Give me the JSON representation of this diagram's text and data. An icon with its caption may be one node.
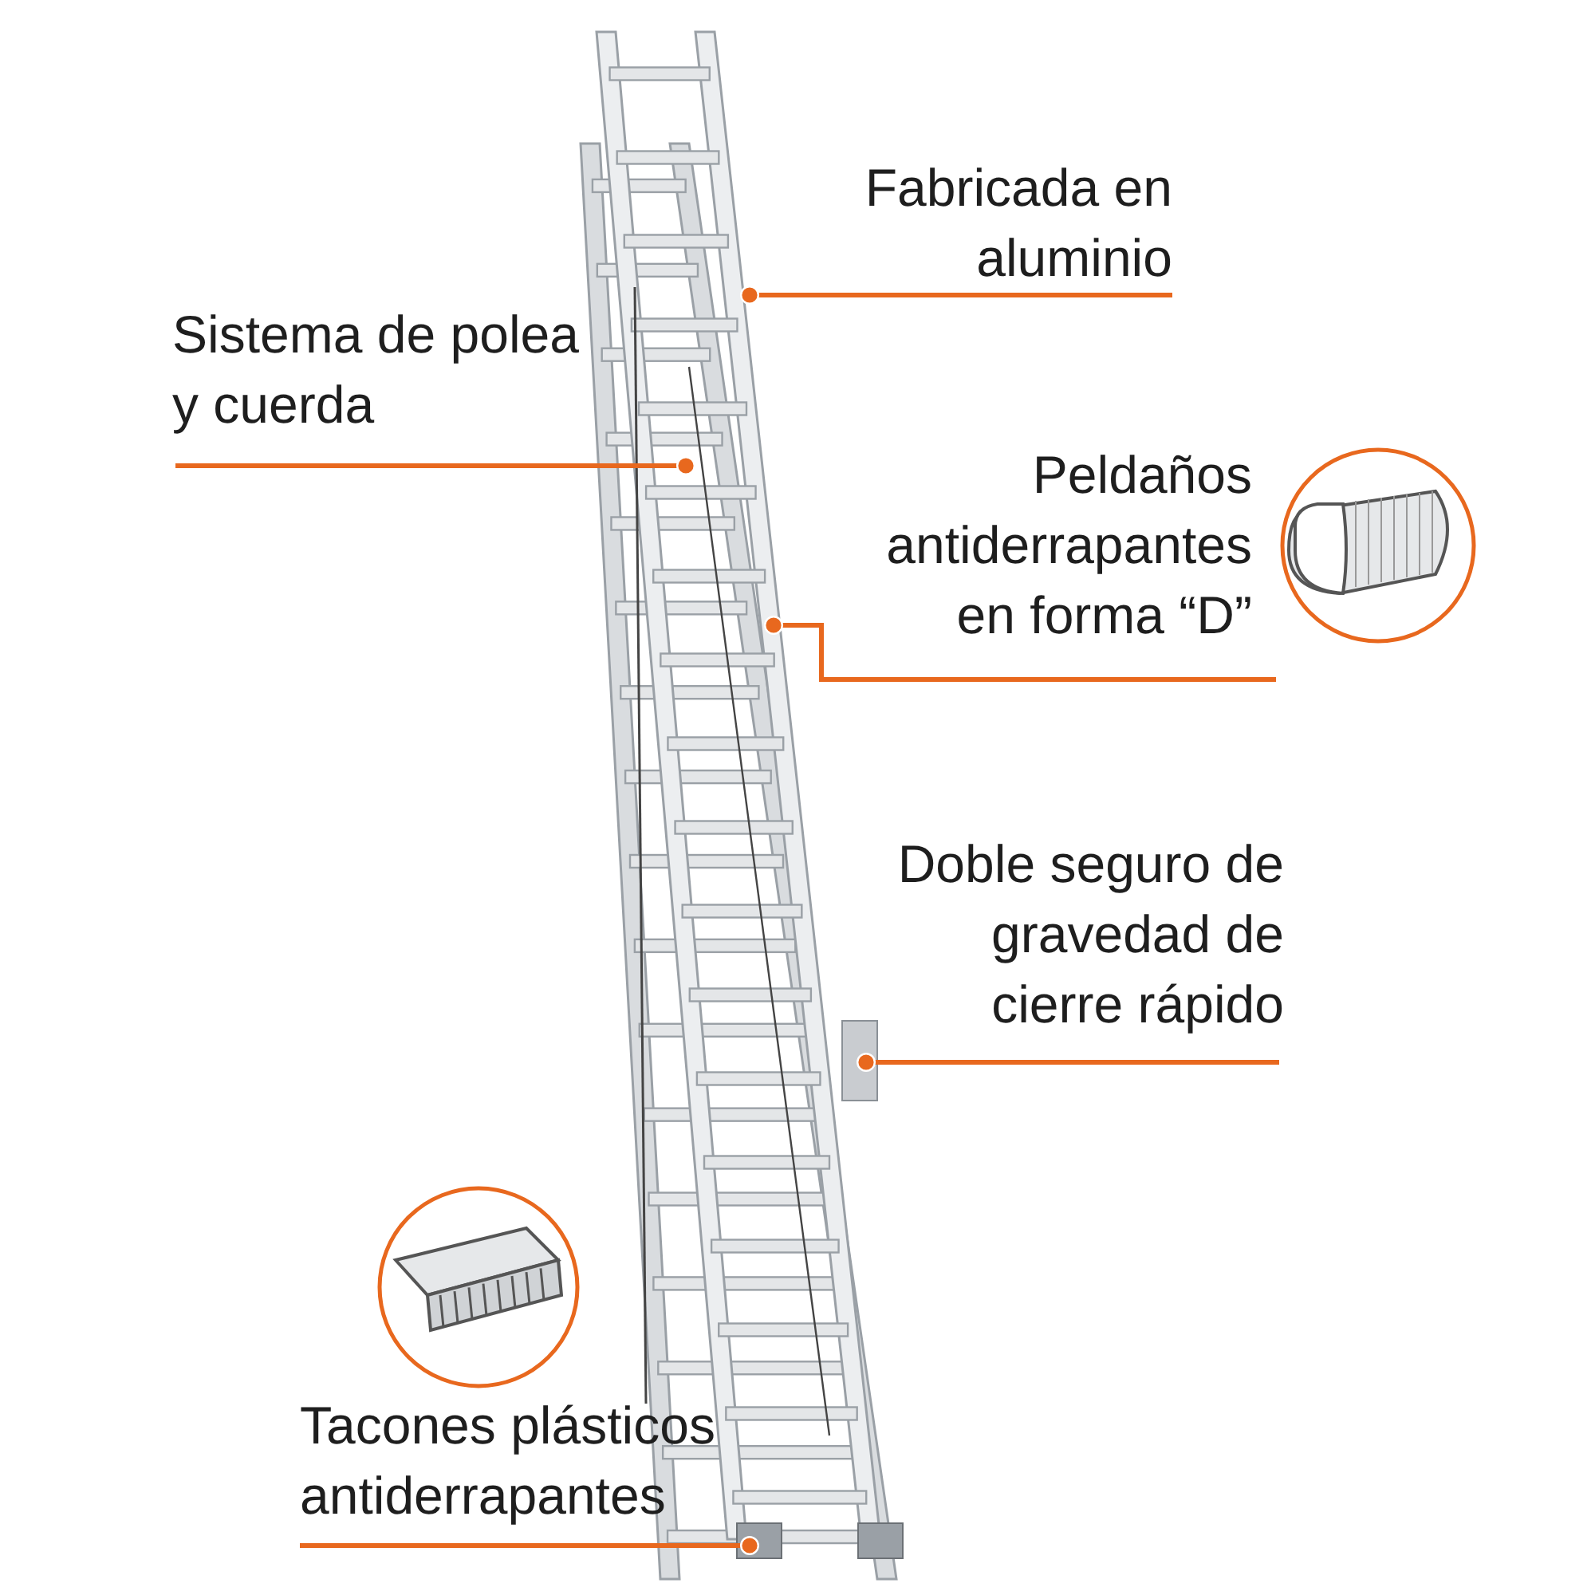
{
  "diagram": {
    "nodes": [
      {
        "text": [
          "Fabricada en aluminio"
        ]
      },
      {
        "text": [
          "Sistema de polea y cuerda"
        ]
      },
      {
        "text": [
          "Peldaños antiderrapantes en forma “D”"
        ]
      },
      {
        "text": [
          "Doble seguro de gravedad de cierre rápido"
        ]
      },
      {
        "text": [
          "Tacones plásticos antiderrapantes"
        ]
      }
    ],
    "edges": [
      {
        "from": 0,
        "to": null,
        "arrow": "other"
      },
      {
        "from": 1,
        "to": null,
        "arrow": "other"
      },
      {
        "from": 2,
        "to": null,
        "arrow": "other"
      },
      {
        "from": 3,
        "to": null,
        "arrow": "other"
      },
      {
        "from": 4,
        "to": null,
        "arrow": "other"
      }
    ]
  }
}
